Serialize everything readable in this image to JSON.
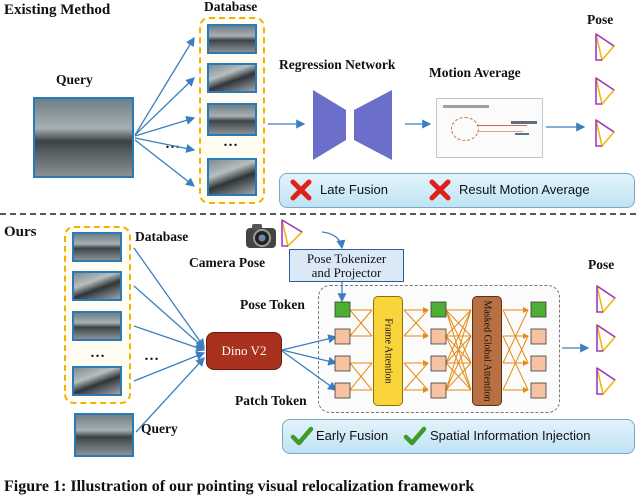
{
  "top": {
    "title": "Existing Method",
    "database_label": "Database",
    "query_label": "Query",
    "ellipsis": "…",
    "regression_label": "Regression Network",
    "motion_label": "Motion Average",
    "pose_label": "Pose",
    "banner": {
      "item1": "Late Fusion",
      "item2": "Result Motion Average"
    }
  },
  "bottom": {
    "title": "Ours",
    "database_label": "Database",
    "camera_pose_label": "Camera Pose",
    "tokenizer_line1": "Pose Tokenizer",
    "tokenizer_line2": "and Projector",
    "pose_token_label": "Pose Token",
    "patch_token_label": "Patch Token",
    "query_label": "Query",
    "dino_label": "Dino V2",
    "frame_attention": "Frame Attention",
    "global_attention": "Masked Global Attention",
    "pose_label": "Pose",
    "ellipsis": "…",
    "banner": {
      "item1": "Early Fusion",
      "item2": "Spatial Information Injection"
    }
  },
  "caption": "Figure 1: Illustration of our pointing visual relocalization framework"
}
